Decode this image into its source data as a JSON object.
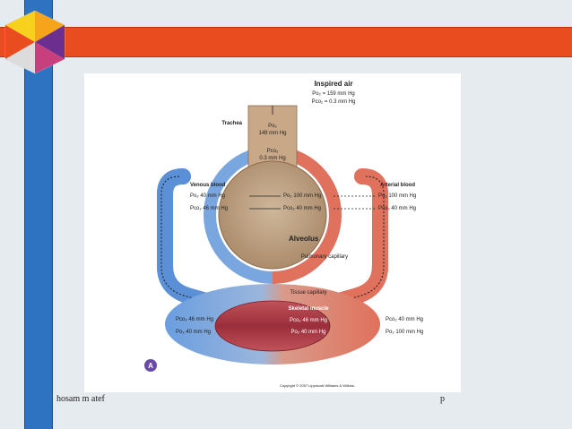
{
  "footer": {
    "author": "hosam m atef",
    "page": "p"
  },
  "diagram": {
    "inspired": {
      "title": "Inspired air",
      "po2": "Po₂ = 159 mm Hg",
      "pco2": "Pco₂ = 0.3 mm Hg"
    },
    "trachea": {
      "label": "Trachea",
      "po2": "Po₂",
      "po2_value": "149 mm Hg",
      "pco2": "Pco₂",
      "pco2_value": "0.3 mm Hg"
    },
    "venous": {
      "label": "Venous blood",
      "po2": "Po₂ 40 mm Hg",
      "pco2": "Pco₂ 46 mm Hg"
    },
    "arterial": {
      "label": "Arterial blood",
      "po2": "Po₂ 100 mm Hg",
      "pco2": "Pco₂ 40 mm Hg"
    },
    "alveolus": {
      "label": "Alveolus",
      "po2": "Po₂ 100 mm Hg",
      "pco2": "Pco₂ 40 mm Hg"
    },
    "pulmonary_capillary": "Pulmonary capillary",
    "tissue_capillary": "Tissue capillary",
    "muscle": {
      "label": "Skeletal muscle",
      "pco2": "Pco₂ 46 mm Hg",
      "po2": "Po₂ 40 mm Hg"
    },
    "tissue_left": {
      "pco2": "Pco₂ 46 mm Hg",
      "po2": "Po₂ 40 mm Hg"
    },
    "tissue_right": {
      "pco2": "Pco₂ 40 mm Hg",
      "po2": "Po₂ 100 mm Hg"
    },
    "panel_letter": "A",
    "copyright": "Copyright © 2007 Lippincott Williams & Wilkins."
  },
  "colors": {
    "blue_bar": "#2e73c2",
    "orange_band": "#e84c1f",
    "venous": "#5b8fd6",
    "arterial": "#e0715c"
  }
}
